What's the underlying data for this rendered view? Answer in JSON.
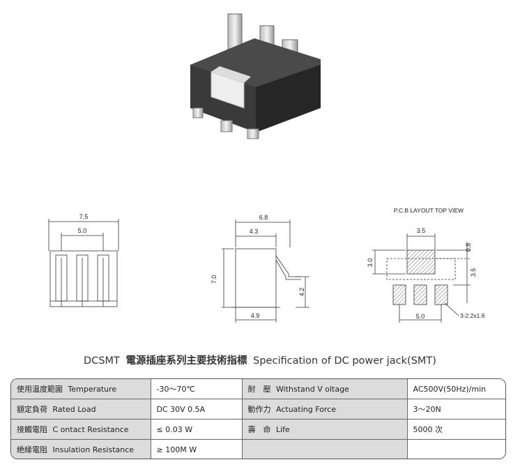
{
  "title": {
    "code": "DCSMT",
    "chinese": "電源插座系列主要技術指標",
    "english": "Specification of DC power jack(SMT)"
  },
  "drawings": {
    "front": {
      "width_outer": "7.5",
      "width_inner": "5.0"
    },
    "side": {
      "top_total": "6.8",
      "top_inner": "4.3",
      "height": "7.0",
      "pin_height": "4.2",
      "bottom": "4.9"
    },
    "pcb": {
      "heading": "P.C.B LAYOUT TOP VIEW",
      "pad_width": "3.5",
      "gap_top": "0.8",
      "pad_height": "3.0",
      "spacing": "3.5",
      "pitch": "5.0",
      "pad_note": "3-2.2x1.6"
    }
  },
  "spec_rows": [
    {
      "zh1": "使用温度範圍",
      "en1": "Temperature",
      "v1": "-30～70℃",
      "zh2": "耐　壓",
      "en2": "Withstand V oltage",
      "v2": "AC500V(50Hz)/min"
    },
    {
      "zh1": "額定負荷",
      "en1": "Rated Load",
      "v1": "DC  30V  0.5A",
      "zh2": "動作力",
      "en2": "Actuating Force",
      "v2": "3～20N"
    },
    {
      "zh1": "接觸電阻",
      "en1": "C ontact Resistance",
      "v1": "≤ 0.03 W",
      "zh2": "壽　命",
      "en2": "Life",
      "v2": "5000 次"
    },
    {
      "zh1": "絶緣電阻",
      "en1": "Insulation Resistance",
      "v1": "≥ 100M W",
      "zh2": "",
      "en2": "",
      "v2": ""
    }
  ]
}
